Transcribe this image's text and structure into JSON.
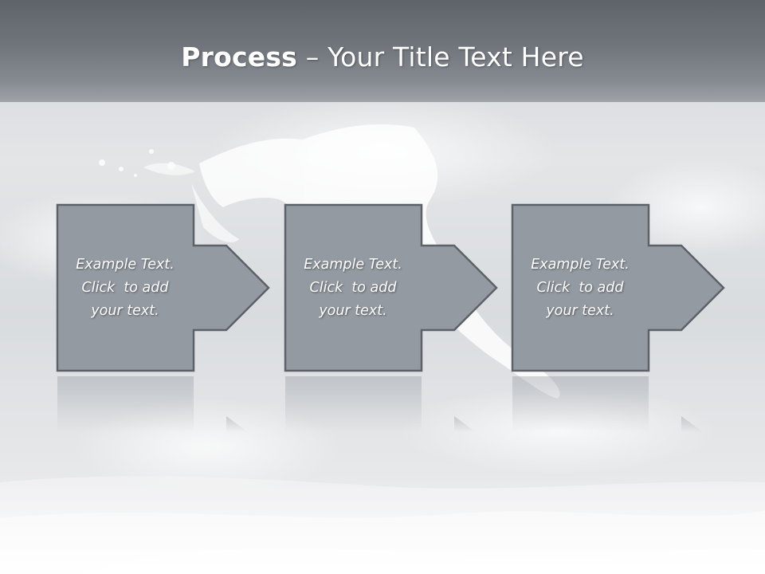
{
  "slide": {
    "title_bold": "Process",
    "title_rest": " – Your Title Text Here"
  },
  "steps": [
    {
      "line1": "Example Text.",
      "line2": "Click  to add",
      "line3": "your text."
    },
    {
      "line1": "Example Text.",
      "line2": "Click  to add",
      "line3": "your text."
    },
    {
      "line1": "Example Text.",
      "line2": "Click  to add",
      "line3": "your text."
    }
  ],
  "colors": {
    "title_band": "#6e737a",
    "shape_fill": "#949aa2",
    "shape_border": "#5d6168",
    "text": "#ffffff"
  }
}
